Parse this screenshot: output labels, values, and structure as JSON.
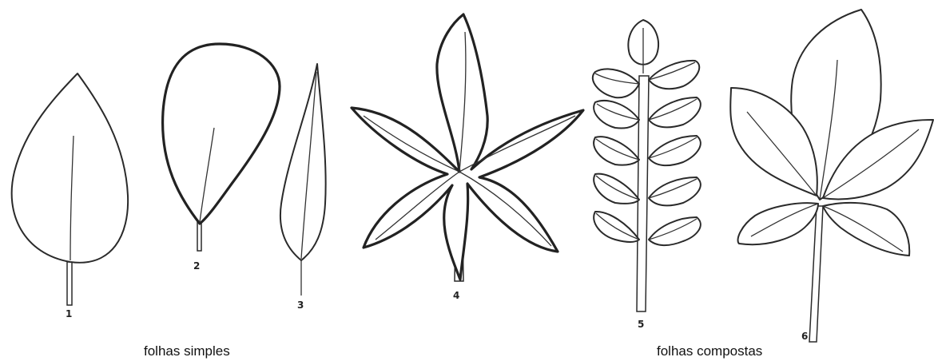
{
  "leaves": [
    {
      "number": "1"
    },
    {
      "number": "2"
    },
    {
      "number": "3"
    },
    {
      "number": "4"
    },
    {
      "number": "5"
    },
    {
      "number": "6"
    }
  ],
  "captions": {
    "simple": "folhas simples",
    "compound": "folhas compostas"
  }
}
